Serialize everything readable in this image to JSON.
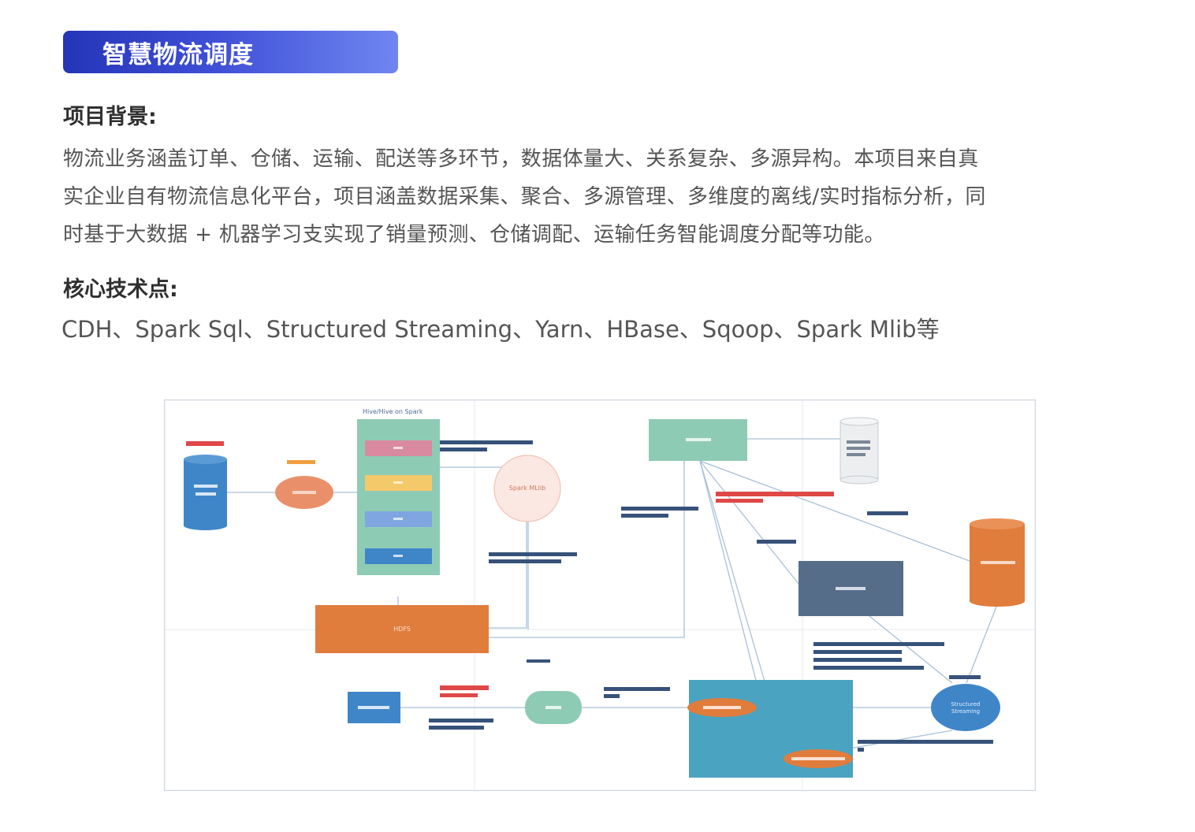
{
  "title": "智慧物流调度",
  "background": {
    "heading": "项目背景:",
    "lines": [
      "物流业务涵盖订单、仓储、运输、配送等多环节，数据体量大、关系复杂、多源异构。本项目来自真",
      "实企业自有物流信息化平台，项目涵盖数据采集、聚合、多源管理、多维度的离线/实时指标分析，同",
      "时基于大数据 + 机器学习支实现了销量预测、仓储调配、运输任务智能调度分配等功能。"
    ]
  },
  "tech": {
    "heading": "核心技术点:",
    "text": "CDH、Spark Sql、Structured Streaming、Yarn、HBase、Sqoop、Spark Mlib等"
  },
  "diagram": {
    "labels": {
      "hive_title": "Hive/Hive on Spark",
      "spark_mlib": "Spark MLlib",
      "hdfs": "HDFS",
      "structured": "Structured",
      "streaming": "Streaming"
    },
    "colors": {
      "teal": "#8ecbb5",
      "orange": "#e07c3c",
      "blue": "#3f86c8",
      "slate": "#566d8a",
      "lake": "#4aa3c1",
      "pink": "#d98aa0",
      "yellow": "#f3c96a",
      "lightblue": "#7fa6e0",
      "red": "#e04848"
    }
  }
}
